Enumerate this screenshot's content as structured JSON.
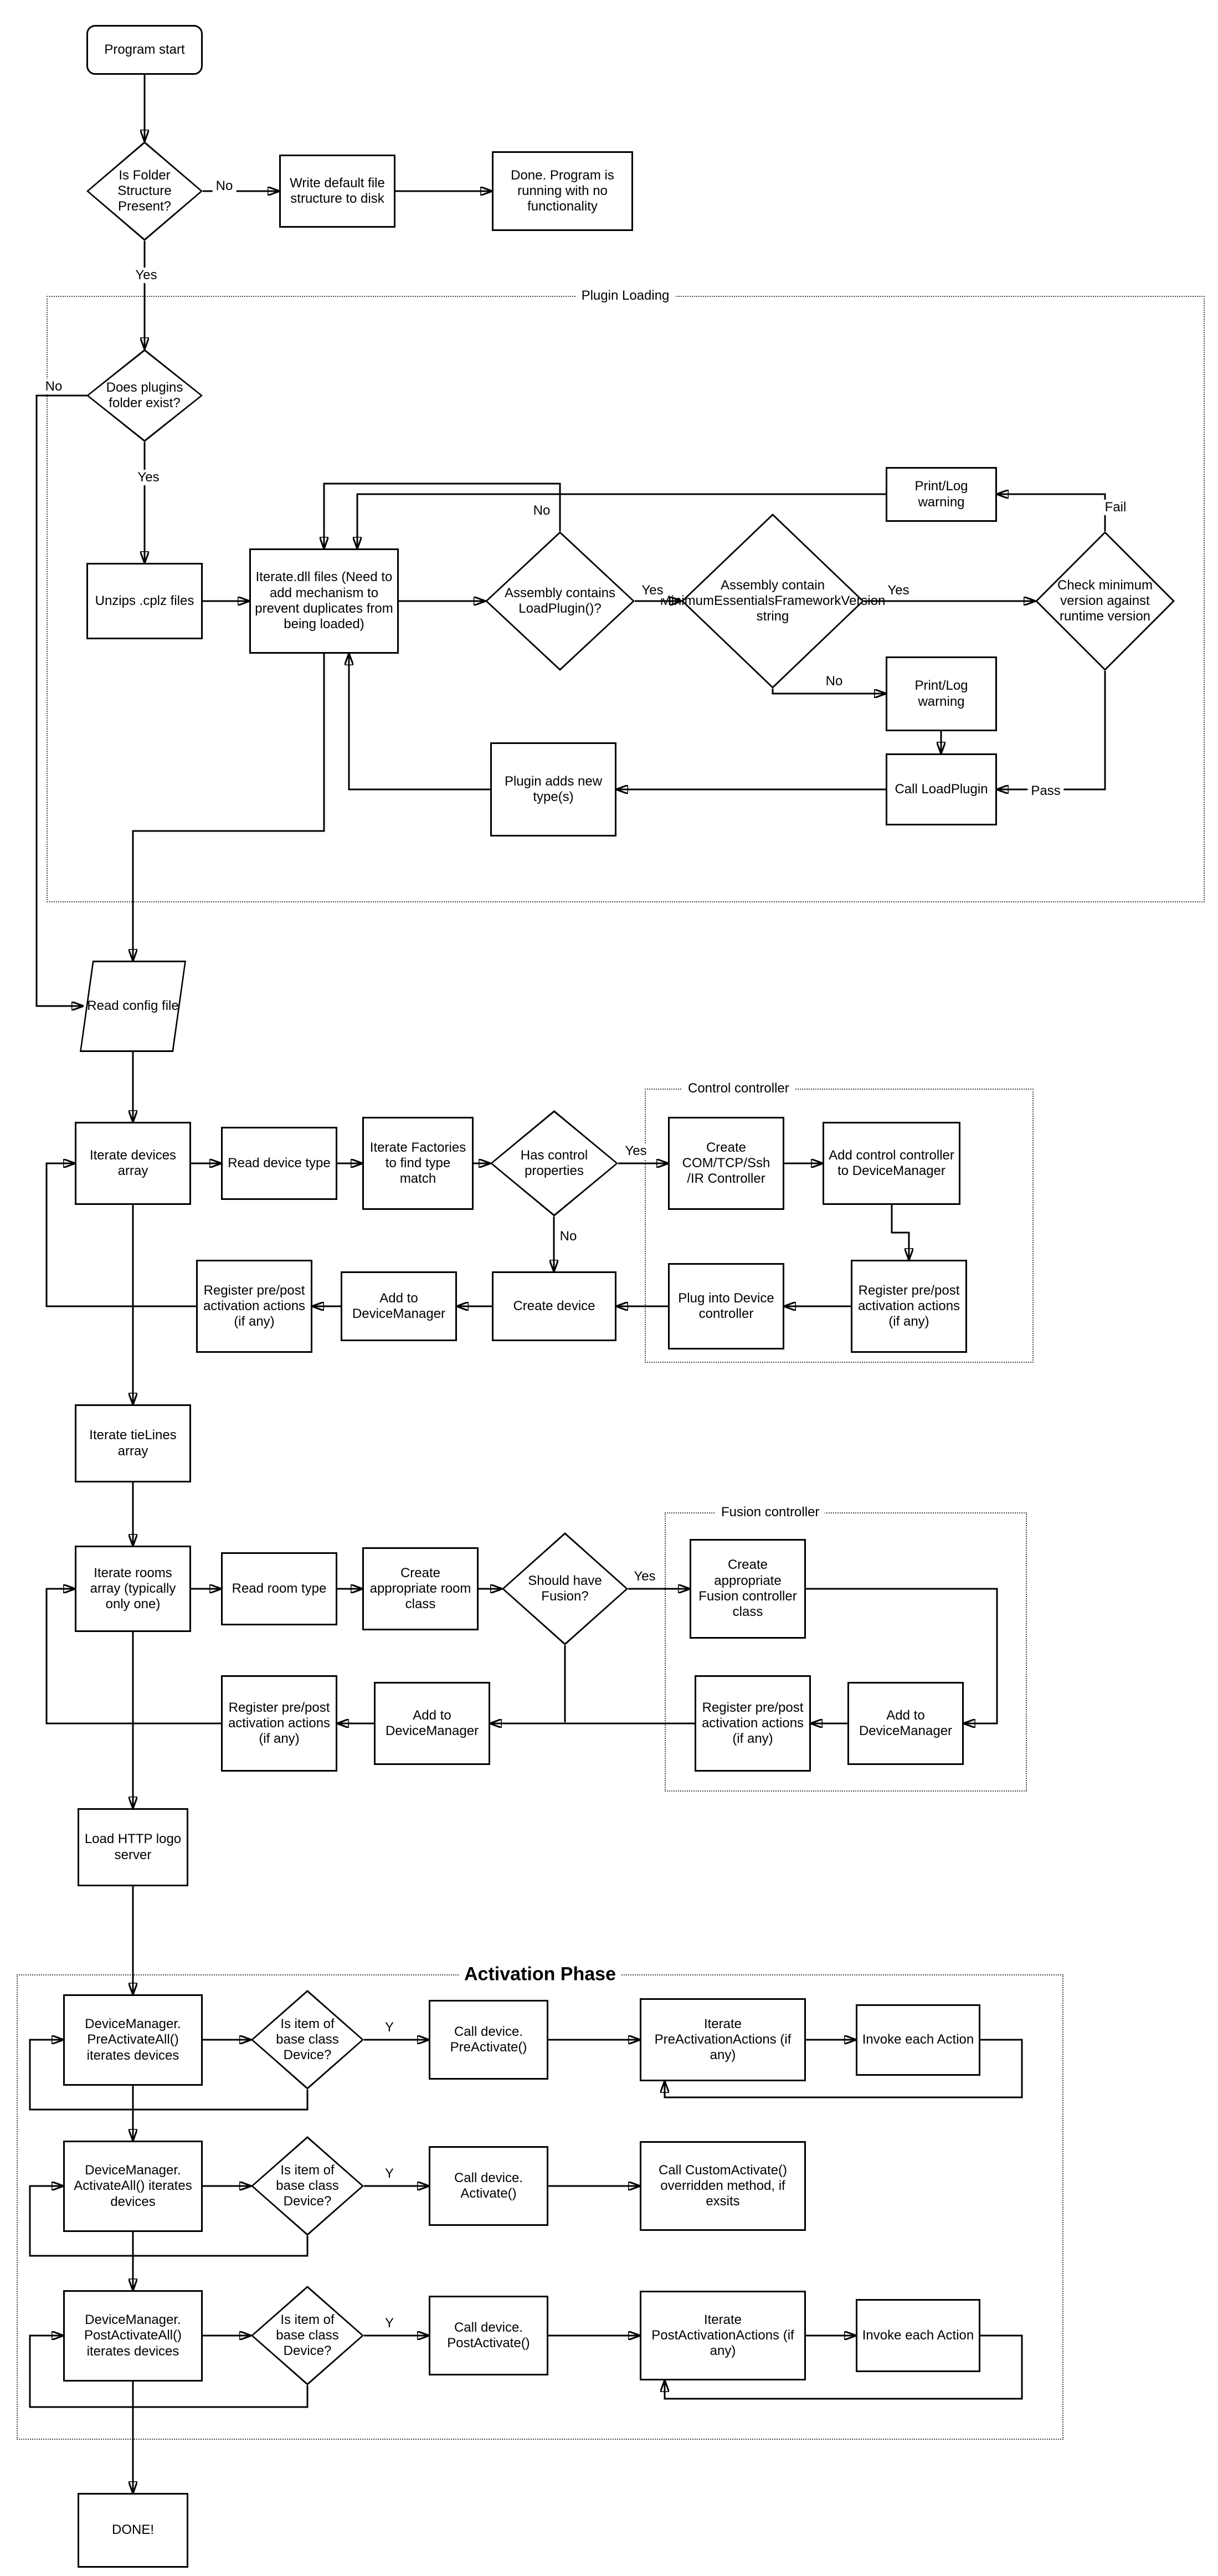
{
  "diagram": {
    "containers": {
      "plugin_loading": "Plugin Loading",
      "control": "Control controller",
      "fusion": "Fusion controller",
      "activation": "Activation Phase"
    },
    "nodes": {
      "program_start": "Program start",
      "folder_check": "Is Folder Structure Present?",
      "write_default": "Write default file structure to disk",
      "done_no_func": "Done.  Program is running with no functionality",
      "plugins_folder": "Does plugins folder exist?",
      "unzips": "Unzips .cplz files",
      "iterate_dll": "Iterate.dll files (Need to add mechanism to prevent duplicates from being loaded)",
      "assembly_loadplugin": "Assembly contains LoadPlugin()?",
      "assembly_minversion": "Assembly contain MinimumEssentialsFrameworkVersion string",
      "check_min_version": "Check minimum version against runtime version",
      "warn1": "Print/Log warning",
      "warn2": "Print/Log warning",
      "call_loadplugin": "Call LoadPlugin",
      "plugin_adds": "Plugin adds new type(s)",
      "read_config": "Read config file",
      "iterate_devices": "Iterate devices array",
      "read_device_type": "Read device type",
      "iterate_factories": "Iterate Factories to find type match",
      "has_control": "Has control properties",
      "create_com": "Create COM/TCP/Ssh /IR Controller",
      "add_control_dm": "Add control controller to DeviceManager",
      "register_cc": "Register pre/post activation actions (if any)",
      "plug_into": "Plug into Device controller",
      "create_device": "Create device",
      "add_dm1": "Add to DeviceManager",
      "register1": "Register pre/post activation actions (if any)",
      "iterate_tielines": "Iterate tieLines array",
      "iterate_rooms": "Iterate rooms array (typically only one)",
      "read_room_type": "Read room type",
      "create_room": "Create appropriate room class",
      "should_fusion": "Should have Fusion?",
      "create_fusion": "Create appropriate Fusion controller class",
      "add_dm_fusion": "Add to DeviceManager",
      "register_fusion": "Register pre/post activation actions (if any)",
      "add_dm2": "Add to DeviceManager",
      "register2": "Register pre/post activation actions (if any)",
      "load_http": "Load HTTP logo server",
      "dm_pre": "DeviceManager. PreActivateAll() iterates devices",
      "is_base1": "Is item of base class Device?",
      "call_pre": "Call device. PreActivate()",
      "iterate_preactions": "Iterate PreActivationActions (if any)",
      "invoke1": "Invoke each Action",
      "dm_act": "DeviceManager. ActivateAll() iterates devices",
      "is_base2": "Is item of base class Device?",
      "call_act": "Call device. Activate()",
      "call_custom": "Call CustomActivate() overridden method, if exsits",
      "dm_post": "DeviceManager. PostActivateAll() iterates devices",
      "is_base3": "Is item of base class Device?",
      "call_post": "Call device. PostActivate()",
      "iterate_postactions": "Iterate PostActivationActions (if any)",
      "invoke2": "Invoke each Action",
      "done": "DONE!"
    },
    "edge_labels": {
      "no1": "No",
      "yes1": "Yes",
      "no2": "No",
      "yes2": "Yes",
      "no3": "No",
      "yes3": "Yes",
      "yes4": "Yes",
      "no4": "No",
      "fail": "Fail",
      "pass": "Pass",
      "yes5": "Yes",
      "no5": "No",
      "yes6": "Yes",
      "y1": "Y",
      "y2": "Y",
      "y3": "Y"
    }
  }
}
